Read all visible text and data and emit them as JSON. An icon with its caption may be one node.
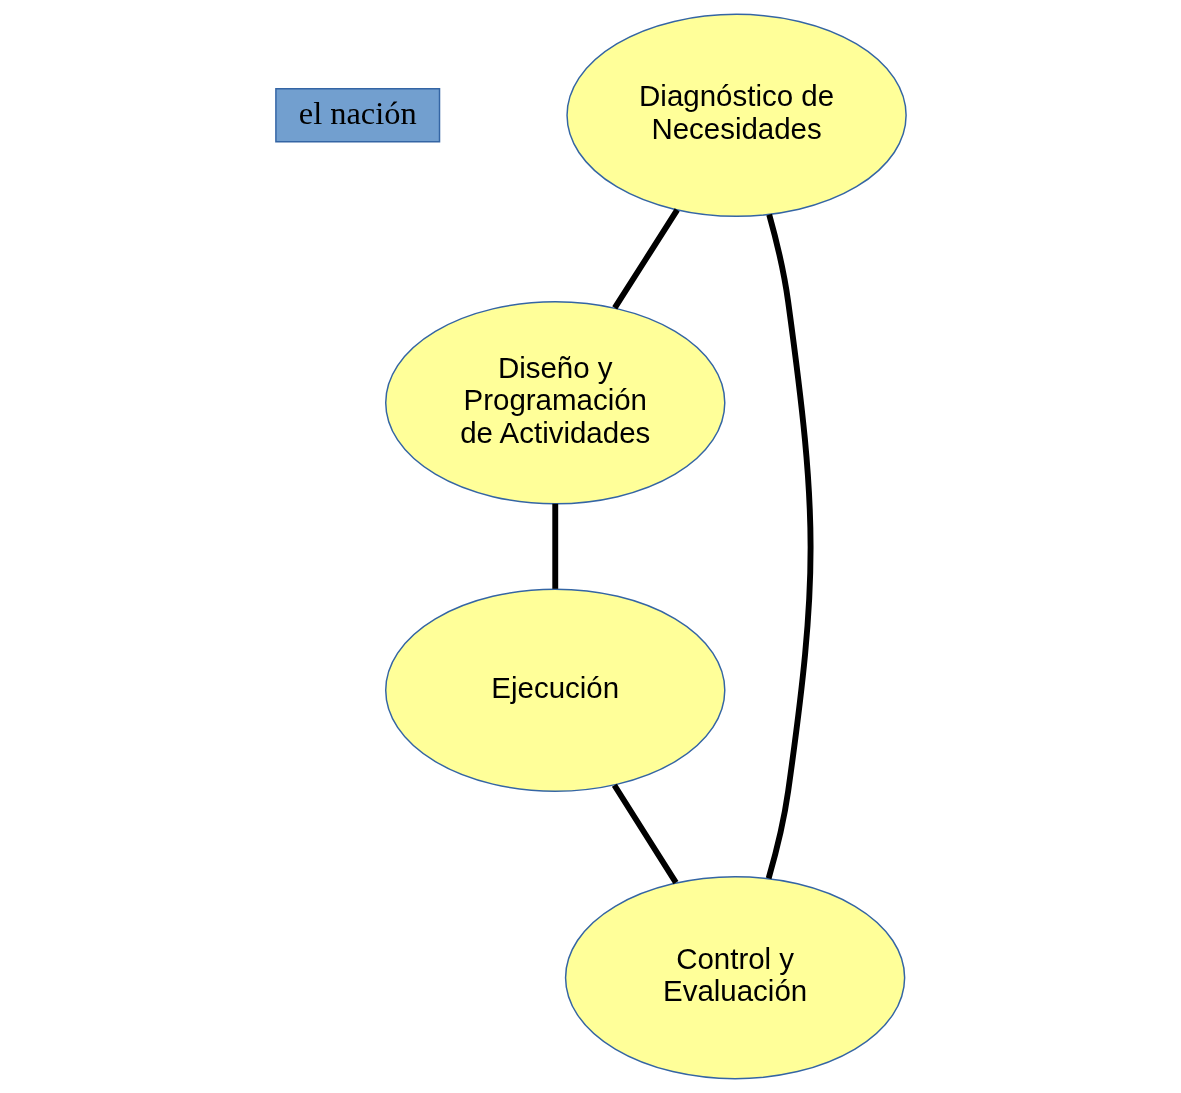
{
  "diagram": {
    "nodes": [
      {
        "text": [
          "el nación"
        ]
      },
      {
        "text": [
          "Diagnóstico de Necesidades"
        ]
      },
      {
        "text": [
          "Diseño y Programación de Actividades"
        ]
      },
      {
        "text": [
          "Ejecución"
        ]
      },
      {
        "text": [
          "Control y Evaluación"
        ]
      }
    ],
    "edges": [
      {
        "from": 1,
        "to": 2,
        "arrow": "none"
      },
      {
        "from": 2,
        "to": 3,
        "arrow": "none"
      },
      {
        "from": 3,
        "to": 4,
        "arrow": "none"
      },
      {
        "from": 4,
        "to": 1,
        "arrow": "none"
      }
    ]
  }
}
